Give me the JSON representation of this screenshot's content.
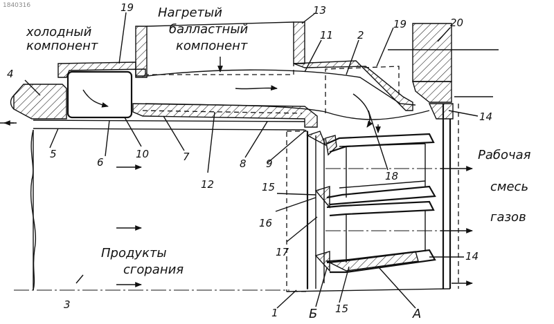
{
  "stamp": "1840316",
  "labels": {
    "hot_ballast": [
      "Нагретый",
      "балластный",
      "компонент"
    ],
    "cold": [
      "холодный",
      "компонент"
    ],
    "working_mix": [
      "Рабочая",
      "смесь",
      "газов"
    ],
    "products": [
      "Продукты",
      "сгорания"
    ]
  },
  "numbers": {
    "n19a": "19",
    "n13": "13",
    "n19b": "19",
    "n20": "20",
    "n4": "4",
    "n11": "11",
    "n2": "2",
    "n14a": "14",
    "n5": "5",
    "n6": "6",
    "n10": "10",
    "n7": "7",
    "n12": "12",
    "n8": "8",
    "n9": "9",
    "n18": "18",
    "n15a": "15",
    "n16": "16",
    "n17": "17",
    "n14b": "14",
    "n3": "3",
    "n1": "1",
    "nB": "Б",
    "n15b": "15",
    "nA": "A"
  }
}
